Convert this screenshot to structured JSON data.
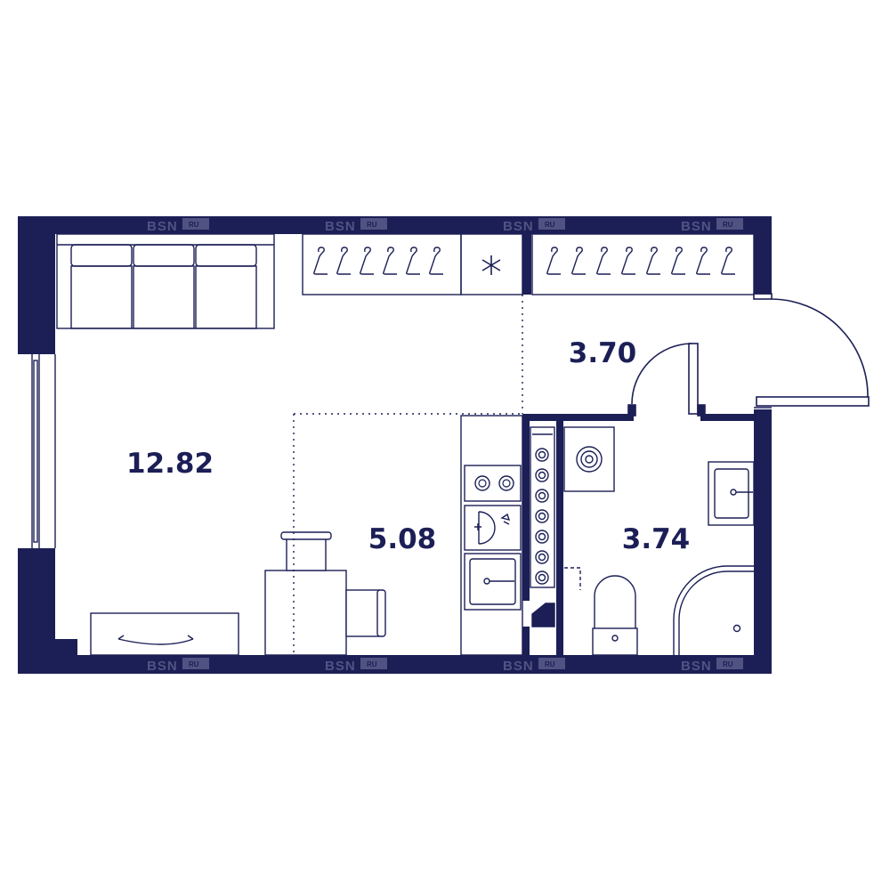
{
  "colors": {
    "wall": "#1c1f56",
    "line": "#1c1f56",
    "background": "#ffffff",
    "watermark": "#7b7ea6"
  },
  "rooms": [
    {
      "name": "living-room",
      "area": "12.82"
    },
    {
      "name": "kitchen",
      "area": "5.08"
    },
    {
      "name": "hallway",
      "area": "3.70"
    },
    {
      "name": "bathroom",
      "area": "3.74"
    }
  ],
  "watermark": {
    "brand": "BSN",
    "suffix": "RU"
  }
}
